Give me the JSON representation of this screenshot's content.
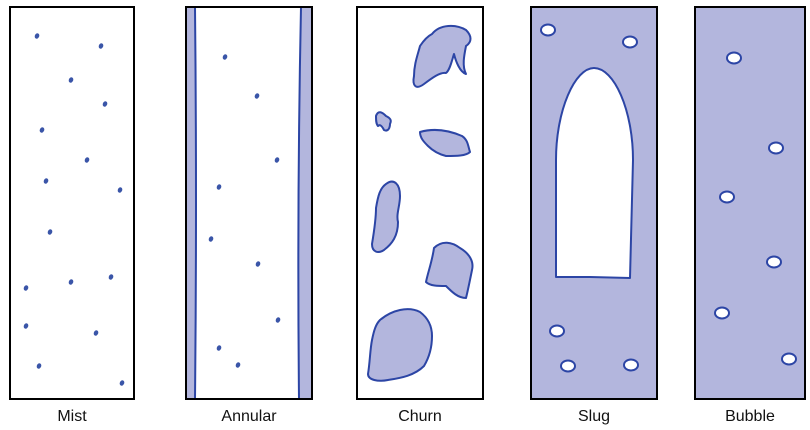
{
  "colors": {
    "liquid": "#b3b6dd",
    "interface": "#2c45a5",
    "droplet": "#3a55a8",
    "tube_border": "#000000",
    "background": "#ffffff"
  },
  "panels": [
    {
      "id": "mist",
      "label": "Mist"
    },
    {
      "id": "annular",
      "label": "Annular"
    },
    {
      "id": "churn",
      "label": "Churn"
    },
    {
      "id": "slug",
      "label": "Slug"
    },
    {
      "id": "bubble",
      "label": "Bubble"
    }
  ]
}
